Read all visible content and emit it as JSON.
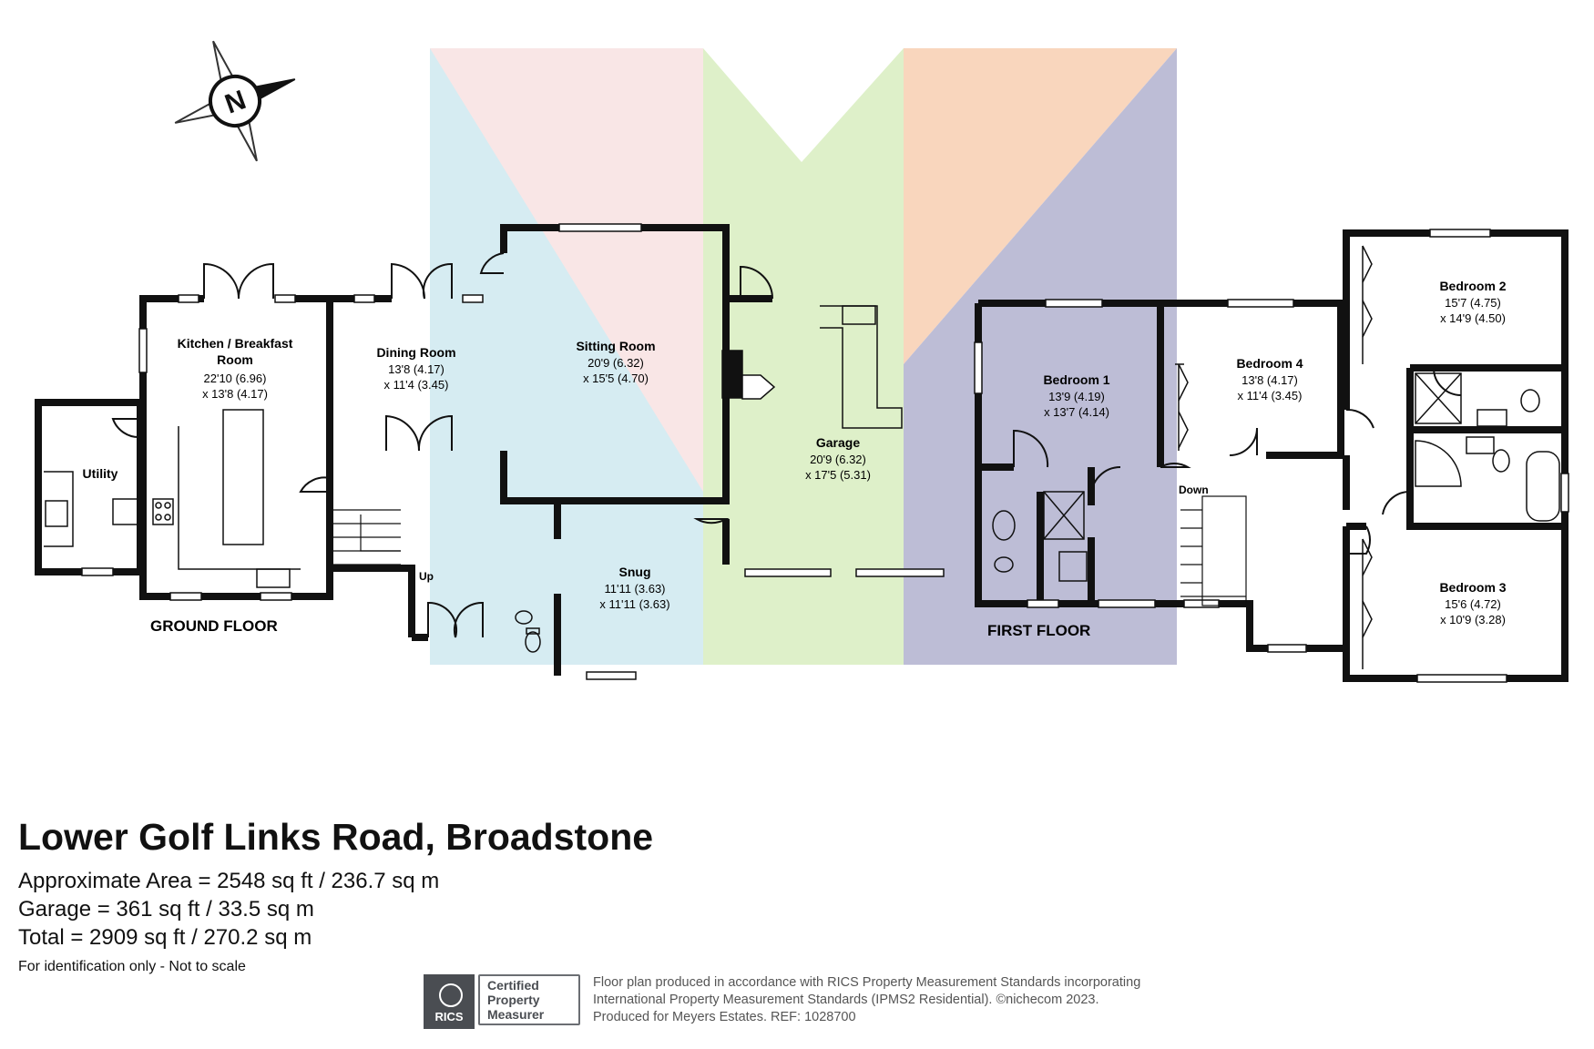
{
  "title": "Lower Golf Links Road, Broadstone",
  "areas": {
    "approximate": "Approximate Area = 2548 sq ft / 236.7 sq m",
    "garage": "Garage = 361 sq ft / 33.5 sq m",
    "total": "Total = 2909 sq ft / 270.2 sq m"
  },
  "note": "For identification only - Not to scale",
  "floors": {
    "ground": "GROUND FLOOR",
    "first": "FIRST FLOOR"
  },
  "compass": {
    "label": "N"
  },
  "stairs": {
    "up": "Up",
    "down": "Down"
  },
  "rooms": [
    {
      "name": "Utility",
      "dims": []
    },
    {
      "name": "Kitchen / Breakfast",
      "name2": "Room",
      "dims": [
        "22'10 (6.96)",
        "x 13'8 (4.17)"
      ]
    },
    {
      "name": "Dining Room",
      "dims": [
        "13'8 (4.17)",
        "x 11'4 (3.45)"
      ]
    },
    {
      "name": "Sitting Room",
      "dims": [
        "20'9 (6.32)",
        "x 15'5 (4.70)"
      ]
    },
    {
      "name": "Snug",
      "dims": [
        "11'11 (3.63)",
        "x 11'11 (3.63)"
      ]
    },
    {
      "name": "Garage",
      "dims": [
        "20'9 (6.32)",
        "x 17'5 (5.31)"
      ]
    },
    {
      "name": "Bedroom 1",
      "dims": [
        "13'9 (4.19)",
        "x 13'7 (4.14)"
      ]
    },
    {
      "name": "Bedroom 4",
      "dims": [
        "13'8 (4.17)",
        "x 11'4 (3.45)"
      ]
    },
    {
      "name": "Bedroom 2",
      "dims": [
        "15'7 (4.75)",
        "x 14'9 (4.50)"
      ]
    },
    {
      "name": "Bedroom 3",
      "dims": [
        "15'6 (4.72)",
        "x 10'9 (3.28)"
      ]
    }
  ],
  "rics": {
    "logo_text": "RICS",
    "cert_lines": [
      "Certified",
      "Property",
      "Measurer"
    ]
  },
  "footer": {
    "line1": "Floor plan produced in accordance with RICS Property Measurement Standards incorporating",
    "line2": "International Property Measurement Standards (IPMS2 Residential).  ©nichecom 2023.",
    "line3": "Produced for Meyers Estates.   REF:  1028700"
  },
  "colors": {
    "wall": "#111111",
    "logo_blue": "#d6ecf2",
    "logo_pink": "#f9e6e6",
    "logo_green": "#def0c9",
    "logo_orange": "#f9d6bd",
    "logo_purple": "#bdbdd6"
  }
}
